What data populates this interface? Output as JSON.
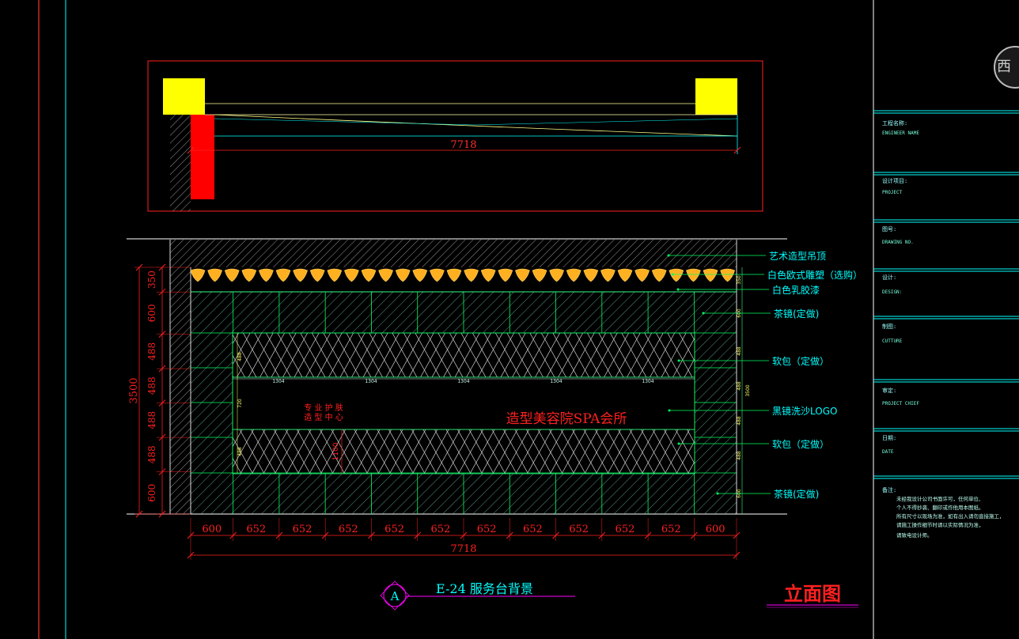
{
  "plan": {
    "dimension": "7718"
  },
  "elevation": {
    "heights": [
      "350",
      "600",
      "488",
      "488",
      "488",
      "488",
      "600"
    ],
    "total_height": "3500",
    "widths": [
      "600",
      "652",
      "652",
      "652",
      "652",
      "652",
      "652",
      "652",
      "652",
      "652",
      "652",
      "600"
    ],
    "total_width": "7718",
    "panel_dims": [
      "1304",
      "1304",
      "1304",
      "1304",
      "1304"
    ],
    "small_dims_left": [
      "488",
      "720",
      "488"
    ],
    "small_dims_right": [
      "350",
      "600",
      "488",
      "488",
      "488",
      "488",
      "600",
      "3500"
    ],
    "logo_text": "造型美容院SPA会所",
    "logo_small_line1": "专 业 护 肤",
    "logo_small_line2": "造 型 中 心",
    "center_dim": "1100",
    "callouts": [
      "艺术造型吊顶",
      "白色欧式雕塑（选购）",
      "白色乳胶漆",
      "茶镜(定做)",
      "软包（定做）",
      "黑镜洗沙LOGO",
      "软包（定做）",
      "茶镜(定做)"
    ]
  },
  "title": {
    "marker": "A",
    "label": "E-24  服务台背景",
    "view_name": "立面图"
  },
  "title_block": {
    "seal_char": "西",
    "fields": [
      {
        "label": "工程名称:",
        "value": "ENGINEER NAME"
      },
      {
        "label": "设计项目:",
        "value": "PROJECT"
      },
      {
        "label": "图号:",
        "value": "DRAWING NO."
      },
      {
        "label": "设计:",
        "value": "DESIGN:"
      },
      {
        "label": "制图:",
        "value": "CUTTURE"
      },
      {
        "label": "审定:",
        "value": "PROJECT CHIEF"
      },
      {
        "label": "日期:",
        "value": "DATE"
      }
    ],
    "notes_label": "备注:",
    "notes": [
      "未经我设计公司书面许可，任何单位、",
      "个人不得抄袭、翻印或作他用本图纸。",
      "所有尺寸以现场为准，如有出入请勿直接施工，",
      "请施工操作细节时请以实际情况为准，",
      "请致电设计师。"
    ]
  },
  "colors": {
    "background": "#000000",
    "dim_red": "#ff2020",
    "cyan": "#00ffff",
    "green": "#00ff60",
    "yellow": "#ffff00",
    "magenta": "#ff00ff",
    "wall_fill": "#ff0000"
  }
}
